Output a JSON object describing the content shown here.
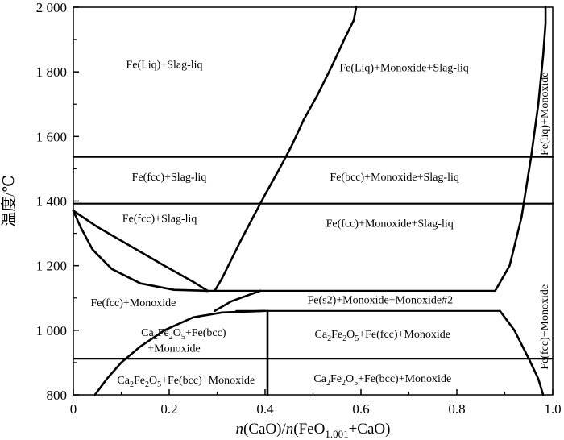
{
  "chart_data": {
    "type": "line",
    "title": "",
    "ylabel": "温度/℃",
    "xlabel_parts": {
      "n1": "n",
      "part1": "(CaO)/",
      "n2": "n",
      "part2": "(FeO",
      "sub": "1.001",
      "part3": "+CaO)"
    },
    "xlim": [
      0,
      1.0
    ],
    "ylim": [
      800,
      2000
    ],
    "x_tick_values": [
      0,
      0.2,
      0.4,
      0.6,
      0.8,
      1.0
    ],
    "x_tick_labels": [
      "0",
      "0.2",
      "0.4",
      "0.6",
      "0.8",
      "1.0"
    ],
    "y_tick_values": [
      800,
      1000,
      1200,
      1400,
      1600,
      1800,
      2000
    ],
    "y_tick_labels": [
      "800",
      "1 000",
      "1 200",
      "1 400",
      "1 600",
      "1 800",
      "2 000"
    ],
    "grid": false,
    "series": [
      {
        "id": "iso-1537",
        "points": [
          [
            0,
            1537
          ],
          [
            1.0,
            1537
          ]
        ]
      },
      {
        "id": "iso-1392",
        "points": [
          [
            0,
            1392
          ],
          [
            1.0,
            1392
          ]
        ]
      },
      {
        "id": "iso-1122",
        "points": [
          [
            0.27,
            1122
          ],
          [
            0.88,
            1122
          ]
        ]
      },
      {
        "id": "iso-1060",
        "points": [
          [
            0.34,
            1060
          ],
          [
            0.89,
            1060
          ]
        ]
      },
      {
        "id": "iso-912",
        "points": [
          [
            0,
            912
          ],
          [
            1.0,
            912
          ]
        ]
      },
      {
        "id": "liquidus-monoxide",
        "points": [
          [
            0.295,
            1122
          ],
          [
            0.31,
            1160
          ],
          [
            0.33,
            1220
          ],
          [
            0.35,
            1280
          ],
          [
            0.375,
            1350
          ],
          [
            0.4,
            1420
          ],
          [
            0.43,
            1500
          ],
          [
            0.455,
            1570
          ],
          [
            0.48,
            1650
          ],
          [
            0.51,
            1730
          ],
          [
            0.54,
            1820
          ],
          [
            0.565,
            1900
          ],
          [
            0.585,
            1960
          ],
          [
            0.59,
            2000
          ]
        ]
      },
      {
        "id": "slag-boundary-upper",
        "points": [
          [
            0,
            1370
          ],
          [
            0.05,
            1320
          ],
          [
            0.12,
            1260
          ],
          [
            0.19,
            1200
          ],
          [
            0.25,
            1150
          ],
          [
            0.28,
            1122
          ]
        ]
      },
      {
        "id": "slag-boundary-lower",
        "points": [
          [
            0,
            1370
          ],
          [
            0.015,
            1320
          ],
          [
            0.04,
            1250
          ],
          [
            0.08,
            1190
          ],
          [
            0.14,
            1145
          ],
          [
            0.21,
            1125
          ],
          [
            0.28,
            1122
          ]
        ]
      },
      {
        "id": "ca2fe2o5-boundary",
        "points": [
          [
            0.045,
            800
          ],
          [
            0.07,
            850
          ],
          [
            0.1,
            900
          ],
          [
            0.14,
            950
          ],
          [
            0.19,
            1000
          ],
          [
            0.25,
            1040
          ],
          [
            0.31,
            1055
          ],
          [
            0.4,
            1060
          ]
        ]
      },
      {
        "id": "fcc-monoxide-upper",
        "points": [
          [
            0.295,
            1060
          ],
          [
            0.33,
            1090
          ],
          [
            0.39,
            1122
          ]
        ]
      },
      {
        "id": "liq-monoxide-right",
        "points": [
          [
            0.88,
            1122
          ],
          [
            0.91,
            1200
          ],
          [
            0.935,
            1350
          ],
          [
            0.955,
            1537
          ],
          [
            0.97,
            1700
          ],
          [
            0.98,
            1850
          ],
          [
            0.985,
            1950
          ],
          [
            0.985,
            2000
          ]
        ]
      },
      {
        "id": "fcc-monoxide-right",
        "points": [
          [
            0.89,
            1060
          ],
          [
            0.92,
            1000
          ],
          [
            0.95,
            912
          ],
          [
            0.97,
            850
          ],
          [
            0.98,
            800
          ]
        ]
      },
      {
        "id": "vertical-0.4",
        "points": [
          [
            0.405,
            800
          ],
          [
            0.405,
            1060
          ]
        ]
      }
    ],
    "regions": [
      {
        "id": "r1",
        "text": "Fe(Liq)+Slag-liq",
        "x": 0.19,
        "y": 1812
      },
      {
        "id": "r2",
        "text": "Fe(Liq)+Monoxide+Slag-liq",
        "x": 0.69,
        "y": 1802
      },
      {
        "id": "r3",
        "text": "Fe(fcc)+Slag-liq",
        "x": 0.2,
        "y": 1463
      },
      {
        "id": "r4",
        "text": "Fe(bcc)+Monoxide+Slag-liq",
        "x": 0.67,
        "y": 1463
      },
      {
        "id": "r5",
        "text": "Fe(fcc)+Slag-liq",
        "x": 0.18,
        "y": 1335
      },
      {
        "id": "r6",
        "text": "Fe(fcc)+Monoxide+Slag-liq",
        "x": 0.66,
        "y": 1320
      },
      {
        "id": "r7",
        "text": "Fe(fcc)+Monoxide",
        "x": 0.125,
        "y": 1074
      },
      {
        "id": "r8",
        "text": "Fe(s2)+Monoxide+Monoxide#2",
        "x": 0.64,
        "y": 1083
      },
      {
        "id": "r11",
        "text": "+Monoxide",
        "x": 0.21,
        "y": 934
      },
      {
        "id": "r14",
        "text": "Fe(liq)+Monoxide",
        "x": 0.99,
        "y": 1670,
        "rotate": -90
      },
      {
        "id": "r15",
        "text": "Fe(fcc)+Monoxide",
        "x": 0.99,
        "y": 1010,
        "rotate": -90
      }
    ],
    "compound_labels": [
      {
        "id": "r9",
        "pre": "Ca",
        "s1": "2",
        "mid": "Fe",
        "s2": "2",
        "o": "O",
        "s3": "5",
        "post": "+Fe(bcc)",
        "x": 0.23,
        "y": 982
      },
      {
        "id": "r10",
        "pre": "Ca",
        "s1": "2",
        "mid": "Fe",
        "s2": "2",
        "o": "O",
        "s3": "5",
        "post": "+Fe(fcc)+Monoxide",
        "x": 0.645,
        "y": 977
      },
      {
        "id": "r12",
        "pre": "Ca",
        "s1": "2",
        "mid": "Fe",
        "s2": "2",
        "o": "O",
        "s3": "5",
        "post": "+Fe(bcc)+Monoxide",
        "x": 0.235,
        "y": 835
      },
      {
        "id": "r13",
        "pre": "Ca",
        "s1": "2",
        "mid": "Fe",
        "s2": "2",
        "o": "O",
        "s3": "5",
        "post": "+Fe(bcc)+Monoxide",
        "x": 0.645,
        "y": 840
      }
    ]
  }
}
